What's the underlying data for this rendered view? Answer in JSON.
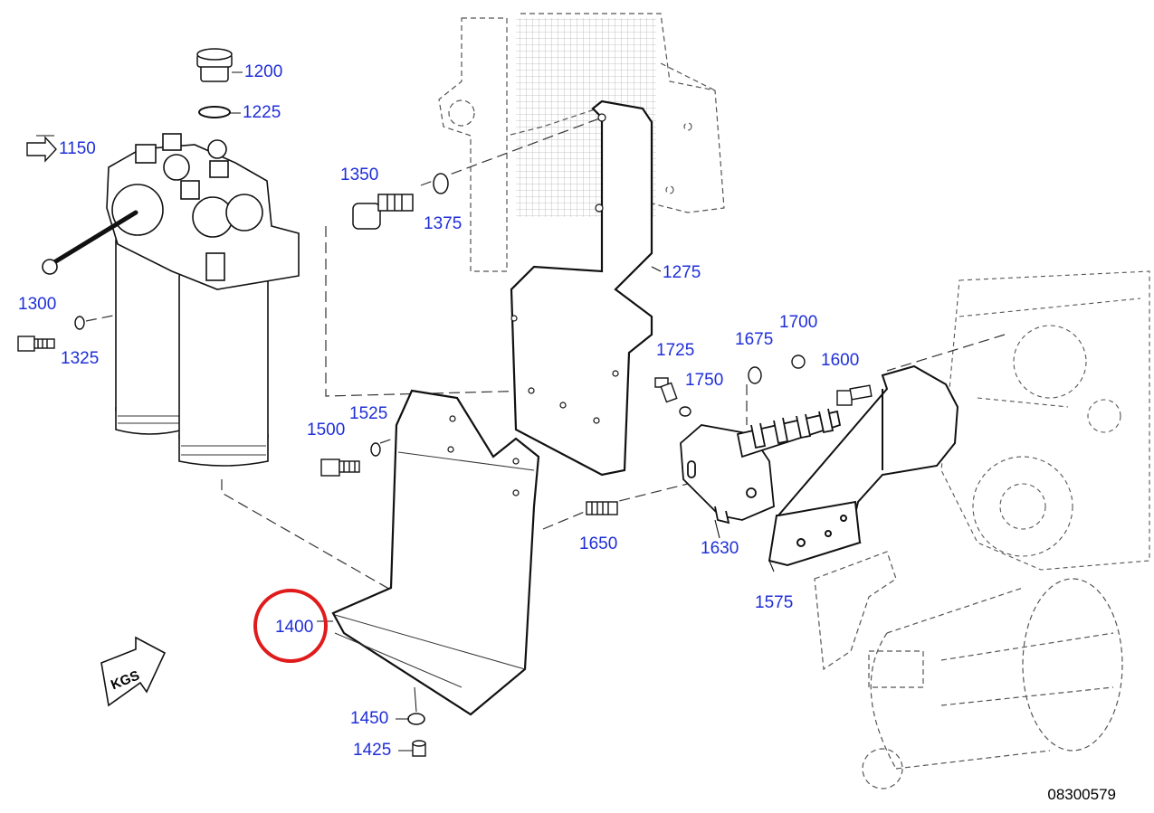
{
  "drawing": {
    "document_number": "08300579",
    "kgs_label": "KGS",
    "highlight_color": "#e01b1b",
    "callout_color": "#1f2fd8",
    "highlighted_callout": "1400"
  },
  "callouts": {
    "c1200": "1200",
    "c1225": "1225",
    "c1150": "1150",
    "c1350": "1350",
    "c1375": "1375",
    "c1275": "1275",
    "c1300": "1300",
    "c1325": "1325",
    "c1525": "1525",
    "c1500": "1500",
    "c1725": "1725",
    "c1675": "1675",
    "c1700": "1700",
    "c1750": "1750",
    "c1600": "1600",
    "c1650": "1650",
    "c1630": "1630",
    "c1575": "1575",
    "c1400": "1400",
    "c1450": "1450",
    "c1425": "1425"
  }
}
